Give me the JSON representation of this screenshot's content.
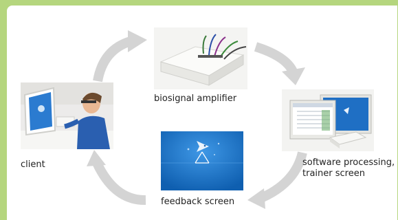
{
  "nodes": {
    "amplifier": {
      "label": "biosignal amplifier"
    },
    "client": {
      "label": "client"
    },
    "software": {
      "label_line1": "software processing,",
      "label_line2": "trainer screen"
    },
    "feedback": {
      "label": "feedback screen"
    }
  },
  "colors": {
    "border": "#b5d67e",
    "arrow": "#d4d4d4",
    "feedback_bg": "#1976c9",
    "jacket": "#2a5fb0"
  }
}
